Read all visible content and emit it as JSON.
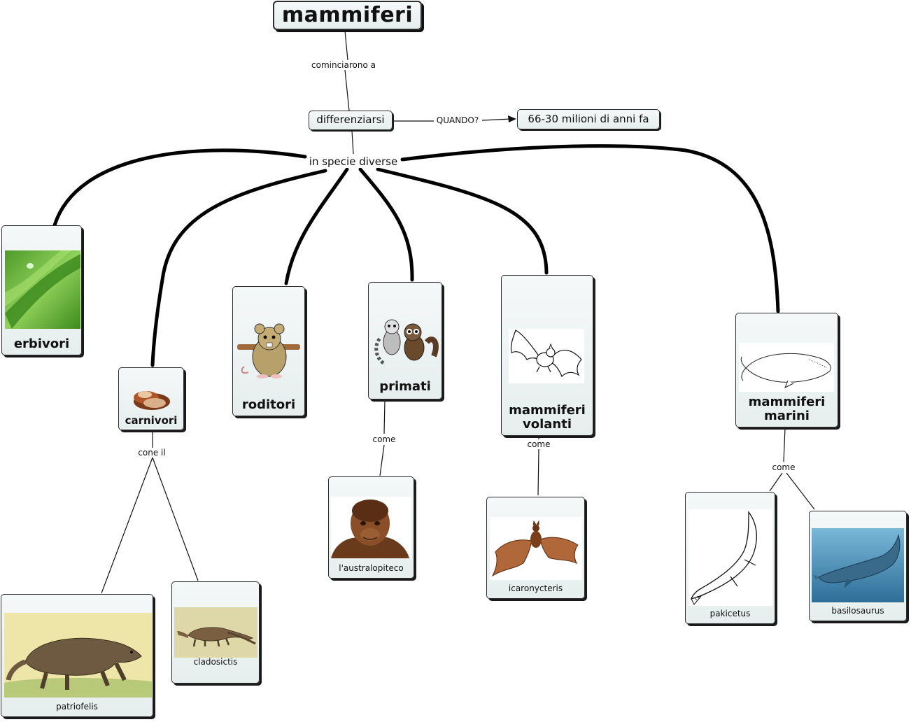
{
  "title": "mammiferi",
  "concepts": {
    "differenziarsi": "differenziarsi",
    "time_period": "66-30 milioni di anni fa",
    "erbivori": "erbivori",
    "carnivori": "carnivori",
    "roditori": "roditori",
    "primati": "primati",
    "volanti": "mammiferi\nvolanti",
    "marini": "mammiferi\nmarini",
    "patriofelis": "patriofelis",
    "cladosictis": "cladosictis",
    "australopiteco": "l'australopiteco",
    "icaronycteris": "icaronycteris",
    "pakicetus": "pakicetus",
    "basilosaurus": "basilosaurus"
  },
  "links": {
    "cominciarono": "cominciarono a",
    "quando": "QUANDO?",
    "in_specie": "in specie diverse",
    "cone_il": "cone il",
    "come_primati": "come",
    "come_volanti": "come",
    "come_marini": "come"
  },
  "colors": {
    "border": "#2d2d2d",
    "node_fill": "#e6eeee",
    "thick_line": "#000000"
  }
}
